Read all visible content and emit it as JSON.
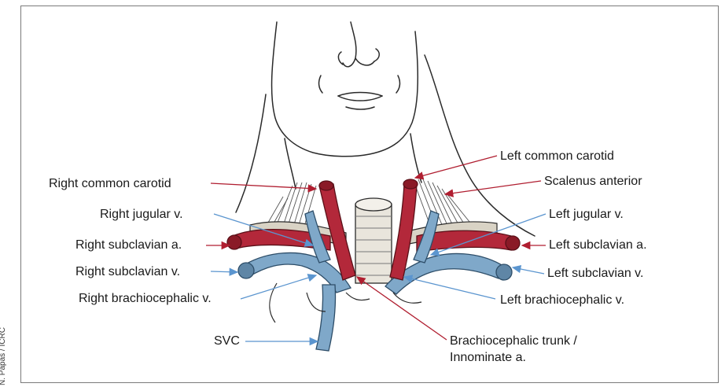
{
  "credit": "N. Papas / ICRC",
  "labels": {
    "right_common_carotid": "Right common carotid",
    "right_jugular_v": "Right jugular v.",
    "right_subclavian_a": "Right subclavian a.",
    "right_subclavian_v": "Right subclavian v.",
    "right_brachiocephalic_v": "Right brachiocephalic v.",
    "svc": "SVC",
    "left_common_carotid": "Left common carotid",
    "scalenus_anterior": "Scalenus anterior",
    "left_jugular_v": "Left jugular v.",
    "left_subclavian_a": "Left subclavian a.",
    "left_subclavian_v": "Left subclavian v.",
    "left_brachiocephalic_v": "Left brachiocephalic v.",
    "brachiocephalic_trunk_1": "Brachiocephalic trunk /",
    "brachiocephalic_trunk_2": "Innominate a."
  },
  "colors": {
    "artery": "#b3283a",
    "vein": "#7fa8c9",
    "artery_arrow": "#b01e30",
    "vein_arrow": "#5b95cf",
    "line_art": "#2a2a2a"
  }
}
